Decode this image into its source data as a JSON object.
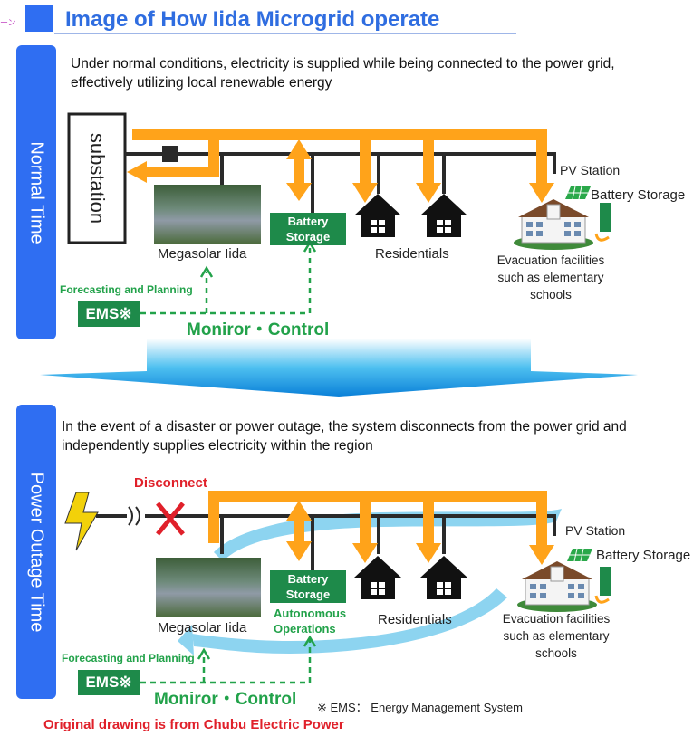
{
  "header": {
    "corner_mark": "ーン",
    "title": "Image of How Iida Microgrid operate"
  },
  "normal": {
    "side_label": "Normal Time",
    "intro": "Under normal conditions, electricity is supplied while being connected to the power grid, effectively utilizing local renewable energy",
    "substation": "substation",
    "megasolar": "Megasolar Iida",
    "battery": "Battery Storage",
    "residentials": "Residentials",
    "pv_station": "PV Station",
    "battery_storage": "Battery Storage",
    "evacuation": "Evacuation facilities such as elementary schools",
    "forecasting": "Forecasting and Planning",
    "ems": "EMS※",
    "monitor": "Moniror・Control"
  },
  "outage": {
    "side_label": "Power Outage Time",
    "intro": "In the event of a disaster or power outage, the system disconnects from the power grid and independently supplies electricity within the region",
    "disconnect": "Disconnect",
    "megasolar": "Megasolar Iida",
    "battery": "Battery Storage",
    "autonomous": "Autonomous Operations",
    "residentials": "Residentials",
    "pv_station": "PV Station",
    "battery_storage": "Battery Storage",
    "evacuation": "Evacuation facilities such as elementary schools",
    "forecasting": "Forecasting and Planning",
    "ems": "EMS※",
    "monitor": "Moniror・Control"
  },
  "footnote": "※ EMS： Energy Management System",
  "credit": "Original drawing is from Chubu Electric Power",
  "colors": {
    "title_blue": "#2f6de0",
    "side_blue": "#2f6ef2",
    "flow_orange": "#ffa31a",
    "ems_green": "#1e8a4a",
    "control_green": "#22a24a",
    "disconnect_red": "#e0202a",
    "autonomous_flow": "#8dd4f0",
    "credit_red": "#e0202a"
  },
  "icons": [
    "house-icon",
    "school-icon",
    "solar-panel-icon",
    "lightning-icon",
    "disconnect-x-icon",
    "arrow-down-icon"
  ]
}
